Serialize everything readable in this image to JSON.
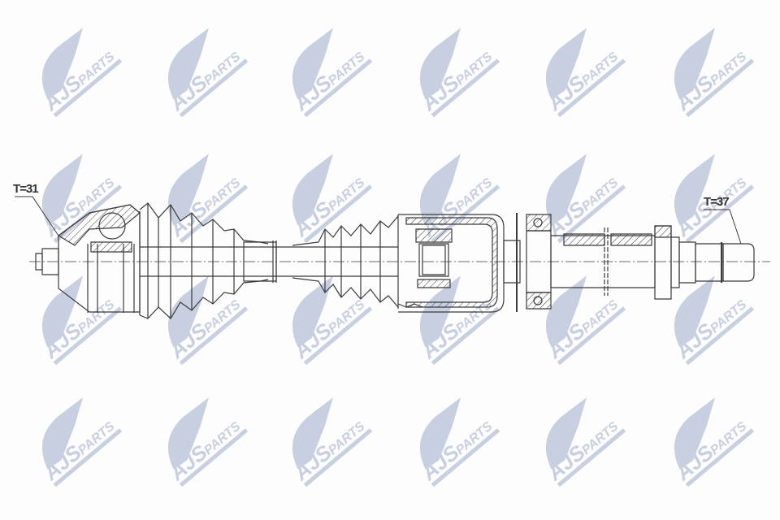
{
  "watermark": {
    "brand_primary": "AJS",
    "brand_secondary": "PARTS",
    "color": "#c8cfe0",
    "grid_cols": [
      90,
      245,
      398,
      555,
      710,
      868
    ],
    "grid_rows": [
      90,
      245,
      395,
      545
    ]
  },
  "drawing": {
    "subject": "drive-shaft-cv-joint-assembly",
    "line_color": "#3a3a3a",
    "outer_joint_label": "T=31",
    "inner_joint_label": "T=37"
  }
}
